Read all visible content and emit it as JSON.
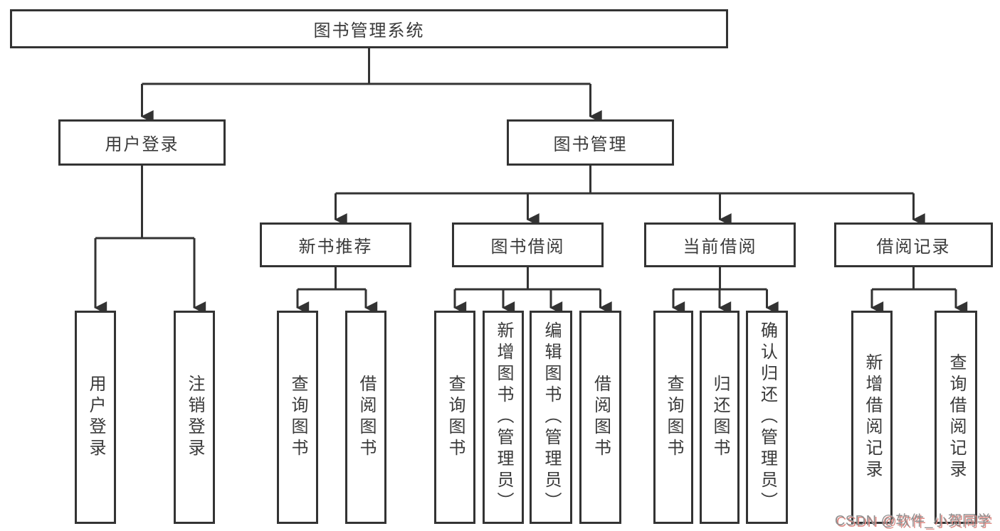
{
  "diagram": {
    "root": "图书管理系统",
    "level2": [
      {
        "label": "用户登录",
        "children": [
          "用户登录",
          "注销登录"
        ]
      },
      {
        "label": "图书管理",
        "children": [
          {
            "label": "新书推荐",
            "children": [
              "查询图书",
              "借阅图书"
            ]
          },
          {
            "label": "图书借阅",
            "children": [
              "查询图书",
              "新增图书（管理员）",
              "编辑图书（管理员）",
              "借阅图书"
            ]
          },
          {
            "label": "当前借阅",
            "children": [
              "查询图书",
              "归还图书",
              "确认归还（管理员）"
            ]
          },
          {
            "label": "借阅记录",
            "children": [
              "新增借阅记录",
              "查询借阅记录"
            ]
          }
        ]
      }
    ]
  },
  "watermark": "CSDN @软件_小贺同学",
  "colors": {
    "line": "#333333",
    "text": "#3a3a3a",
    "watermark_gray": "#8f8f8f",
    "watermark_pink": "#dd8a84"
  }
}
